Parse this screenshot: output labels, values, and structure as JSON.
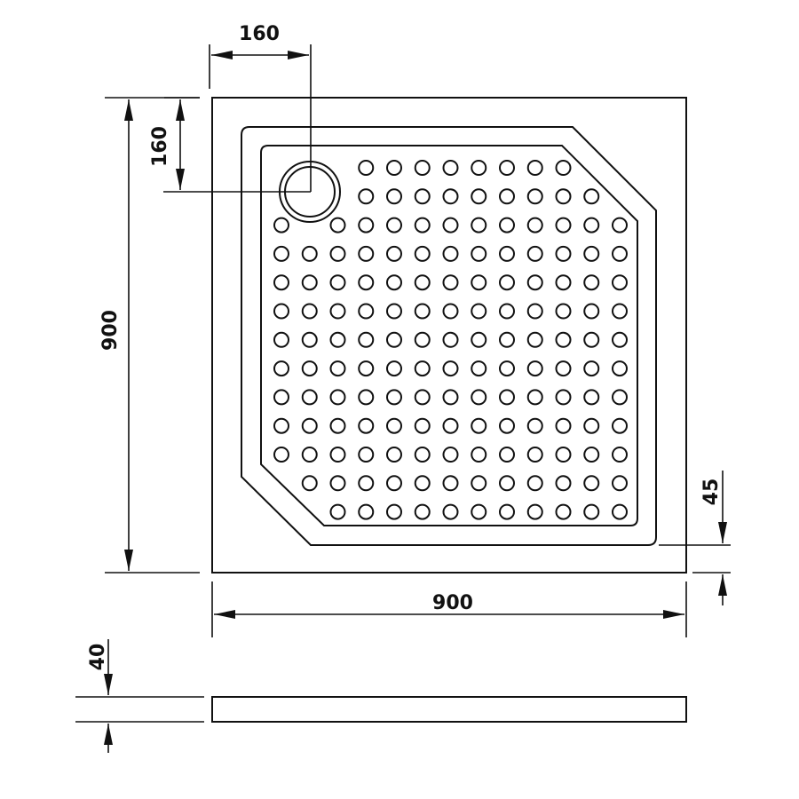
{
  "title": "Shower tray technical drawing",
  "dimensions": {
    "drain_offset_x": "160",
    "drain_offset_y": "160",
    "height": "900",
    "width": "900",
    "rim_width": "45",
    "thickness": "40"
  }
}
